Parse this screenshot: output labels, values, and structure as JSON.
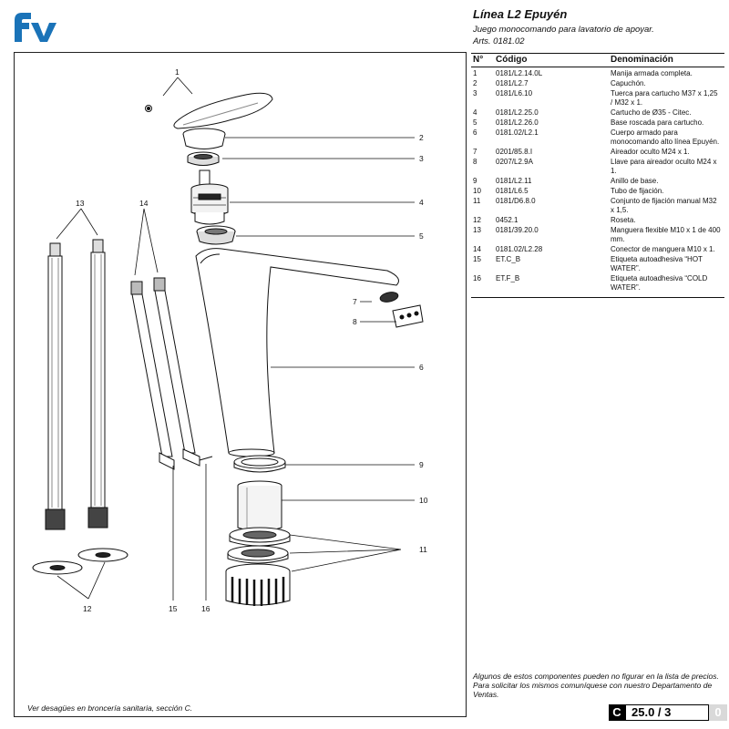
{
  "header": {
    "title": "Línea L2 Epuyén",
    "subtitle": "Juego monocomando para lavatorio de apoyar.",
    "arts": "Arts. 0181.02"
  },
  "parts_table": {
    "columns": [
      "N°",
      "Código",
      "Denominación"
    ],
    "rows": [
      {
        "n": "1",
        "code": "0181/L2.14.0L",
        "desc": "Manija armada completa."
      },
      {
        "n": "2",
        "code": "0181/L2.7",
        "desc": "Capuchón."
      },
      {
        "n": "3",
        "code": "0181/L6.10",
        "desc": "Tuerca para cartucho M37 x 1,25 / M32 x 1."
      },
      {
        "n": "4",
        "code": "0181/L2.25.0",
        "desc": "Cartucho de Ø35 - Citec."
      },
      {
        "n": "5",
        "code": "0181/L2.26.0",
        "desc": "Base roscada para cartucho."
      },
      {
        "n": "6",
        "code": "0181.02/L2.1",
        "desc": "Cuerpo armado para monocomando alto línea Epuyén."
      },
      {
        "n": "7",
        "code": "0201/85.8.I",
        "desc": "Aireador oculto M24 x 1."
      },
      {
        "n": "8",
        "code": "0207/L2.9A",
        "desc": "Llave para aireador oculto M24 x 1."
      },
      {
        "n": "9",
        "code": "0181/L2.11",
        "desc": "Anillo de base."
      },
      {
        "n": "10",
        "code": "0181/L6.5",
        "desc": "Tubo de fijación."
      },
      {
        "n": "11",
        "code": "0181/D6.8.0",
        "desc": "Conjunto de fijación manual M32 x 1,5."
      },
      {
        "n": "12",
        "code": "0452.1",
        "desc": "Roseta."
      },
      {
        "n": "13",
        "code": "0181/39.20.0",
        "desc": "Manguera flexible M10 x 1 de 400 mm."
      },
      {
        "n": "14",
        "code": "0181.02/L2.28",
        "desc": "Conector de manguera M10 x 1."
      },
      {
        "n": "15",
        "code": "ET.C_B",
        "desc": "Etiqueta autoadhesiva “HOT WATER”."
      },
      {
        "n": "16",
        "code": "ET.F_B",
        "desc": "Etiqueta autoadhesiva “COLD WATER”."
      }
    ]
  },
  "note": "Algunos de estos componentes pueden no figurar en la lista de precios. Para solicitar los mismos comuníquese con nuestro Departamento de Ventas.",
  "footnote": "Ver desagües en broncería sanitaria, sección C.",
  "page_ref": {
    "section": "C",
    "number": "25.0 / 3",
    "revision": "0"
  },
  "callouts": [
    "1",
    "2",
    "3",
    "4",
    "5",
    "6",
    "7",
    "8",
    "9",
    "10",
    "11",
    "12",
    "13",
    "14",
    "15",
    "16"
  ],
  "brand_color": "#1a73b8"
}
